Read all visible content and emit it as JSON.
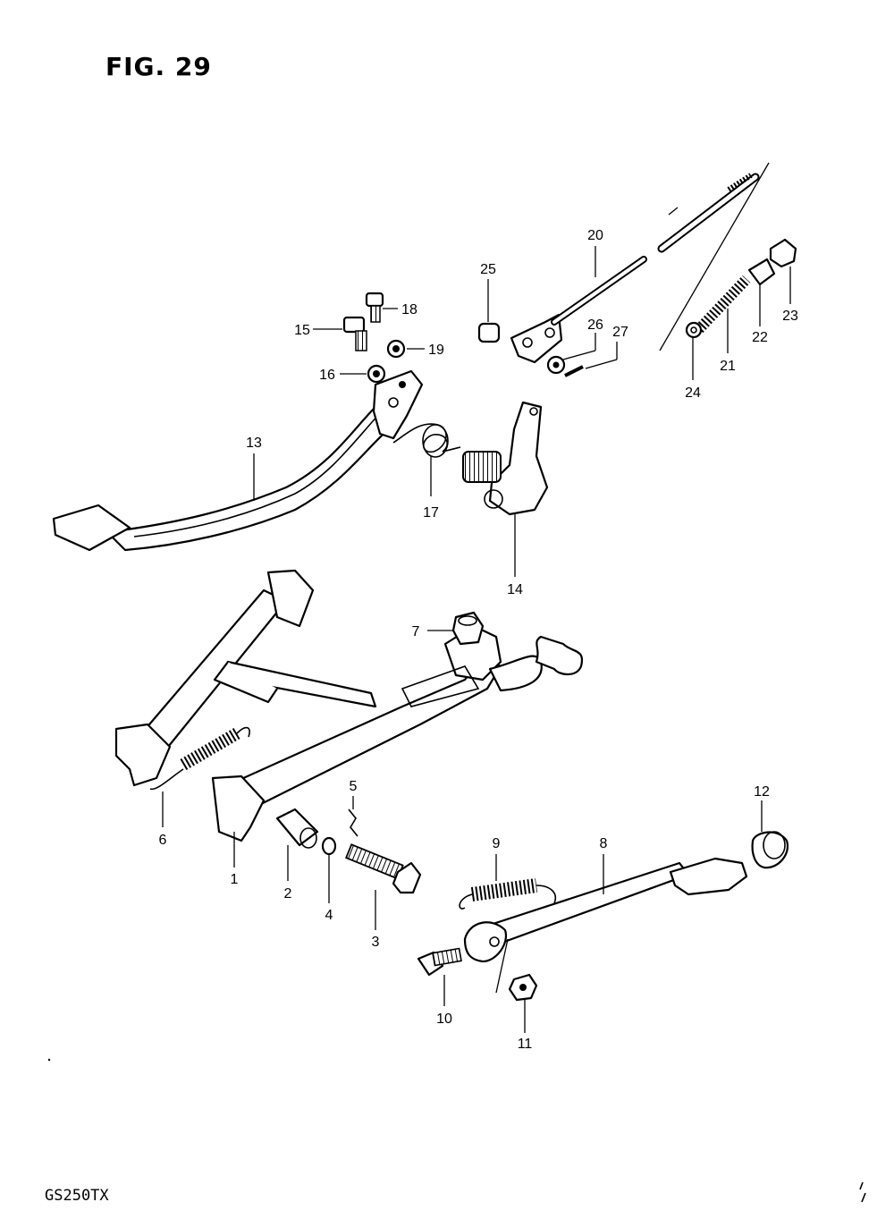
{
  "figure": {
    "title": "FIG. 29",
    "model": "GS250TX"
  },
  "parts": [
    {
      "id": "p1",
      "label": "1"
    },
    {
      "id": "p2",
      "label": "2"
    },
    {
      "id": "p3",
      "label": "3"
    },
    {
      "id": "p4",
      "label": "4"
    },
    {
      "id": "p5",
      "label": "5"
    },
    {
      "id": "p6",
      "label": "6"
    },
    {
      "id": "p7",
      "label": "7"
    },
    {
      "id": "p8",
      "label": "8"
    },
    {
      "id": "p9",
      "label": "9"
    },
    {
      "id": "p10",
      "label": "10"
    },
    {
      "id": "p11",
      "label": "11"
    },
    {
      "id": "p12",
      "label": "12"
    },
    {
      "id": "p13",
      "label": "13"
    },
    {
      "id": "p14",
      "label": "14"
    },
    {
      "id": "p15",
      "label": "15"
    },
    {
      "id": "p16",
      "label": "16"
    },
    {
      "id": "p17",
      "label": "17"
    },
    {
      "id": "p18",
      "label": "18"
    },
    {
      "id": "p19",
      "label": "19"
    },
    {
      "id": "p20",
      "label": "20"
    },
    {
      "id": "p21",
      "label": "21"
    },
    {
      "id": "p22",
      "label": "22"
    },
    {
      "id": "p23",
      "label": "23"
    },
    {
      "id": "p24",
      "label": "24"
    },
    {
      "id": "p25",
      "label": "25"
    },
    {
      "id": "p26",
      "label": "26"
    },
    {
      "id": "p27",
      "label": "27"
    }
  ]
}
